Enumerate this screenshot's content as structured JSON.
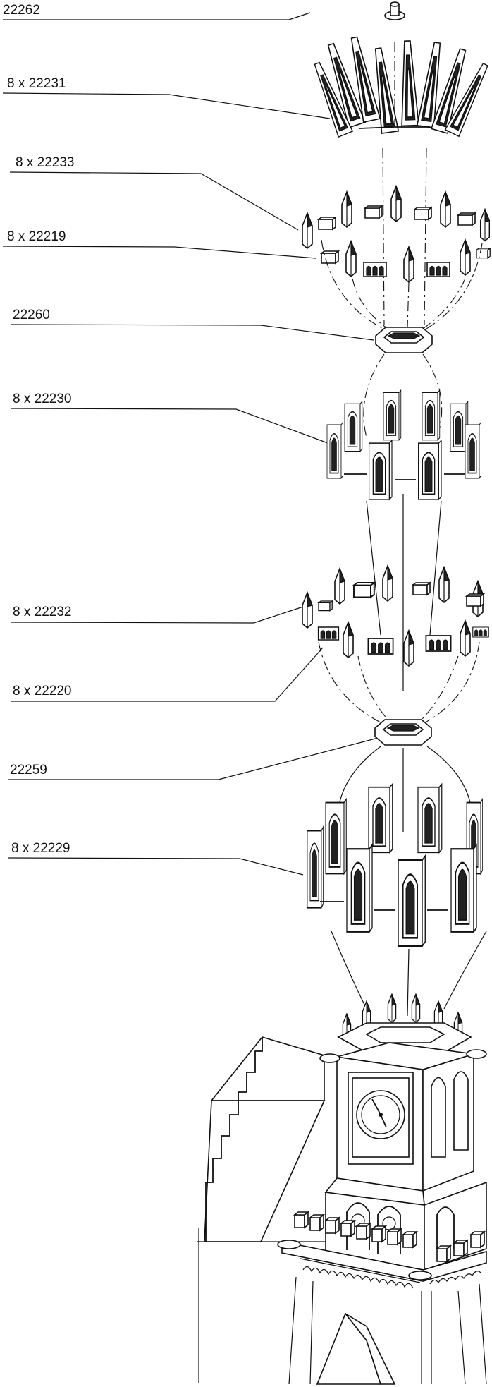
{
  "labels": {
    "p22262": "22262",
    "p22231": "8 x 22231",
    "p22233": "8 x 22233",
    "p22219": "8 x 22219",
    "p22260": "22260",
    "p22230": "8 x 22230",
    "p22232": "8 x 22232",
    "p22220": "8 x 22220",
    "p22259": "22259",
    "p22229": "8 x 22229"
  },
  "colors": {
    "ink": "#111111",
    "background": "#ffffff"
  }
}
